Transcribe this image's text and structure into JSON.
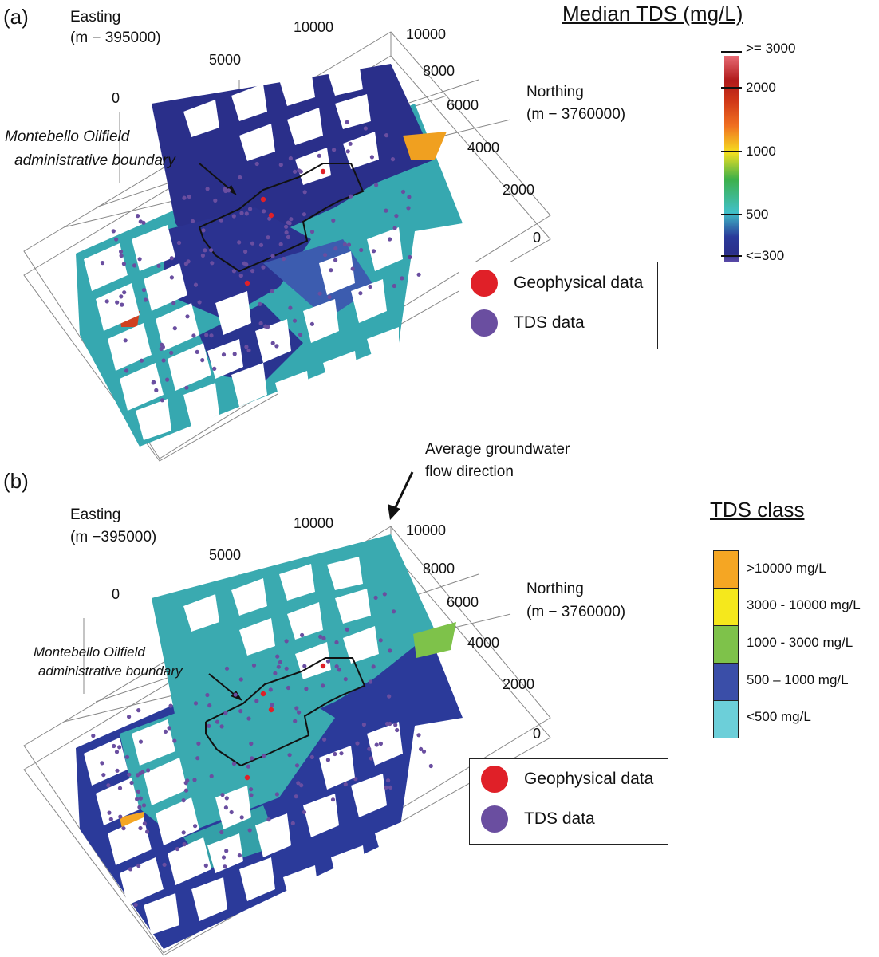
{
  "panel_a": {
    "label": "(a)",
    "easting_label": "Easting",
    "easting_offset": "(m − 395000)",
    "northing_label": "Northing",
    "northing_offset": "(m − 3760000)",
    "easting_ticks": [
      "0",
      "5000",
      "10000"
    ],
    "northing_ticks": [
      "10000",
      "8000",
      "6000",
      "4000",
      "2000",
      "0"
    ],
    "boundary_label_line1": "Montebello Oilfield",
    "boundary_label_line2": "administrative boundary",
    "colorbar": {
      "title": "Median TDS (mg/L)",
      "labels": [
        ">= 3000",
        "2000",
        "1000",
        "500",
        "<=300"
      ],
      "colors": [
        "#e86a74",
        "#b01a1a",
        "#f07020",
        "#f5e020",
        "#3db04a",
        "#40c0c8",
        "#2a3a9a",
        "#5a4aa8"
      ]
    },
    "legend": {
      "geophysical": "Geophysical data",
      "tds": "TDS data"
    }
  },
  "panel_b": {
    "label": "(b)",
    "easting_label": "Easting",
    "easting_offset": "(m −395000)",
    "northing_label": "Northing",
    "northing_offset": "(m − 3760000)",
    "easting_ticks": [
      "0",
      "5000",
      "10000"
    ],
    "northing_ticks": [
      "10000",
      "8000",
      "6000",
      "4000",
      "2000",
      "0"
    ],
    "boundary_label_line1": "Montebello Oilfield",
    "boundary_label_line2": "administrative boundary",
    "flow_label_line1": "Average groundwater",
    "flow_label_line2": "flow direction",
    "class_legend": {
      "title": "TDS class",
      "classes": [
        {
          "label": ">10000 mg/L",
          "color": "#f5a623"
        },
        {
          "label": "3000 - 10000 mg/L",
          "color": "#f5e81c"
        },
        {
          "label": "1000 - 3000 mg/L",
          "color": "#7ec24a"
        },
        {
          "label": "500 – 1000 mg/L",
          "color": "#3a4ea8"
        },
        {
          "label": "<500 mg/L",
          "color": "#6ccfd9"
        }
      ]
    },
    "legend": {
      "geophysical": "Geophysical data",
      "tds": "TDS data"
    }
  },
  "colors": {
    "geophysical": "#e02028",
    "tds": "#6a4ea0",
    "low": "#2a3a9a",
    "mid": "#40c0c8"
  }
}
